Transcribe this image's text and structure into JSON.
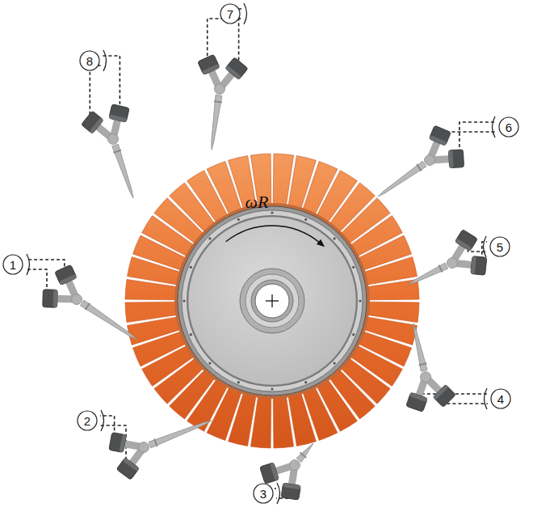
{
  "diagram": {
    "nodes": [
      {
        "text": [
          "1"
        ]
      },
      {
        "text": [
          "2"
        ]
      },
      {
        "text": [
          "3"
        ]
      },
      {
        "text": [
          "4"
        ]
      },
      {
        "text": [
          "5"
        ]
      },
      {
        "text": [
          "6"
        ]
      },
      {
        "text": [
          "7"
        ]
      },
      {
        "text": [
          "8"
        ]
      }
    ],
    "labels": [
      "ωR"
    ]
  }
}
